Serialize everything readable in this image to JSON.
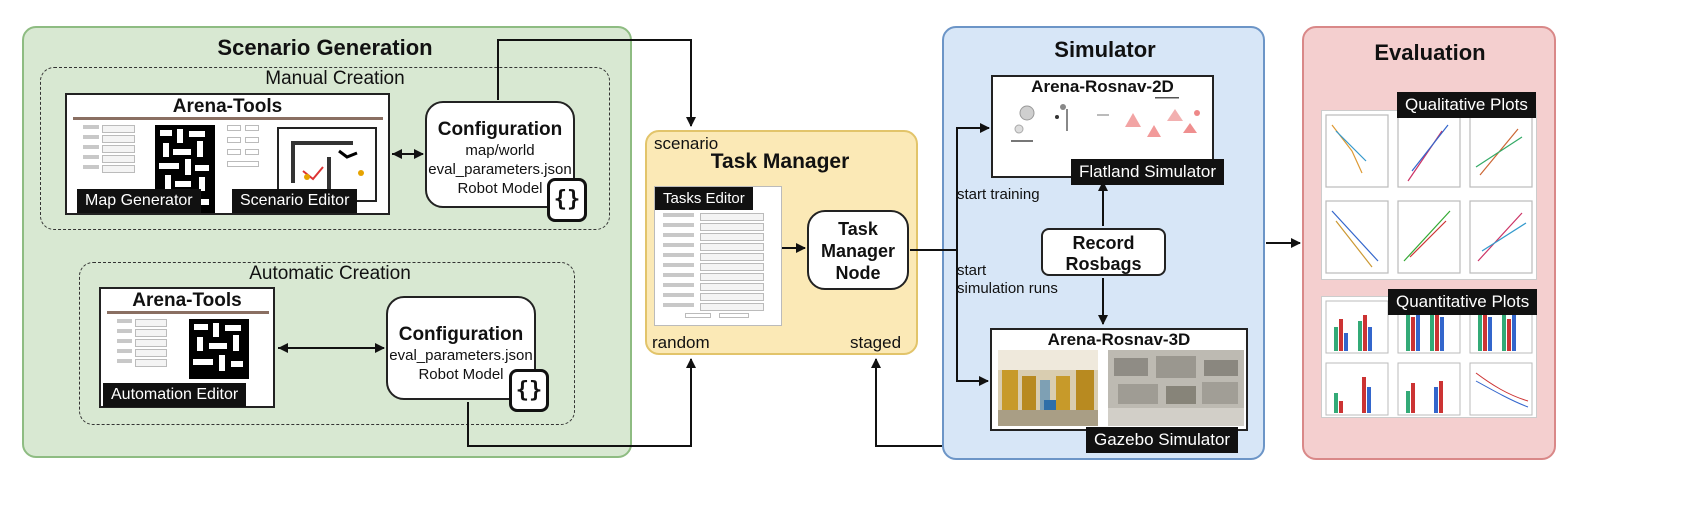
{
  "scenario_generation": {
    "title": "Scenario Generation",
    "manual": {
      "title": "Manual Creation",
      "tools_title": "Arena-Tools",
      "map_generator": "Map Generator",
      "scenario_editor": "Scenario Editor",
      "config_title": "Configuration",
      "config_lines": [
        "map/world",
        "eval_parameters.json",
        "Robot Model"
      ],
      "json_icon": "{}"
    },
    "automatic": {
      "title": "Automatic Creation",
      "tools_title": "Arena-Tools",
      "automation_editor": "Automation Editor",
      "config_title": "Configuration",
      "config_lines": [
        "eval_parameters.json",
        "Robot Model"
      ],
      "json_icon": "{}"
    }
  },
  "task_manager": {
    "scenario_label": "scenario",
    "title": "Task Manager",
    "tasks_editor": "Tasks Editor",
    "node_lines": [
      "Task",
      "Manager",
      "Node"
    ],
    "random_label": "random",
    "staged_label": "staged"
  },
  "simulator": {
    "title": "Simulator",
    "arena_2d_title": "Arena-Rosnav-2D",
    "flatland_label": "Flatland Simulator",
    "record_lines": [
      "Record",
      "Rosbags"
    ],
    "start_training": "start training",
    "start_sim_lines": [
      "start",
      "simulation runs"
    ],
    "arena_3d_title": "Arena-Rosnav-3D",
    "gazebo_label": "Gazebo Simulator"
  },
  "evaluation": {
    "title": "Evaluation",
    "qualitative_label": "Qualitative Plots",
    "quantitative_label": "Quantitative Plots"
  },
  "colors": {
    "scenario_panel": "#d8e8d2",
    "task_panel": "#fbe9b6",
    "simulator_panel": "#d7e6f7",
    "evaluation_panel": "#f4cfcf"
  }
}
